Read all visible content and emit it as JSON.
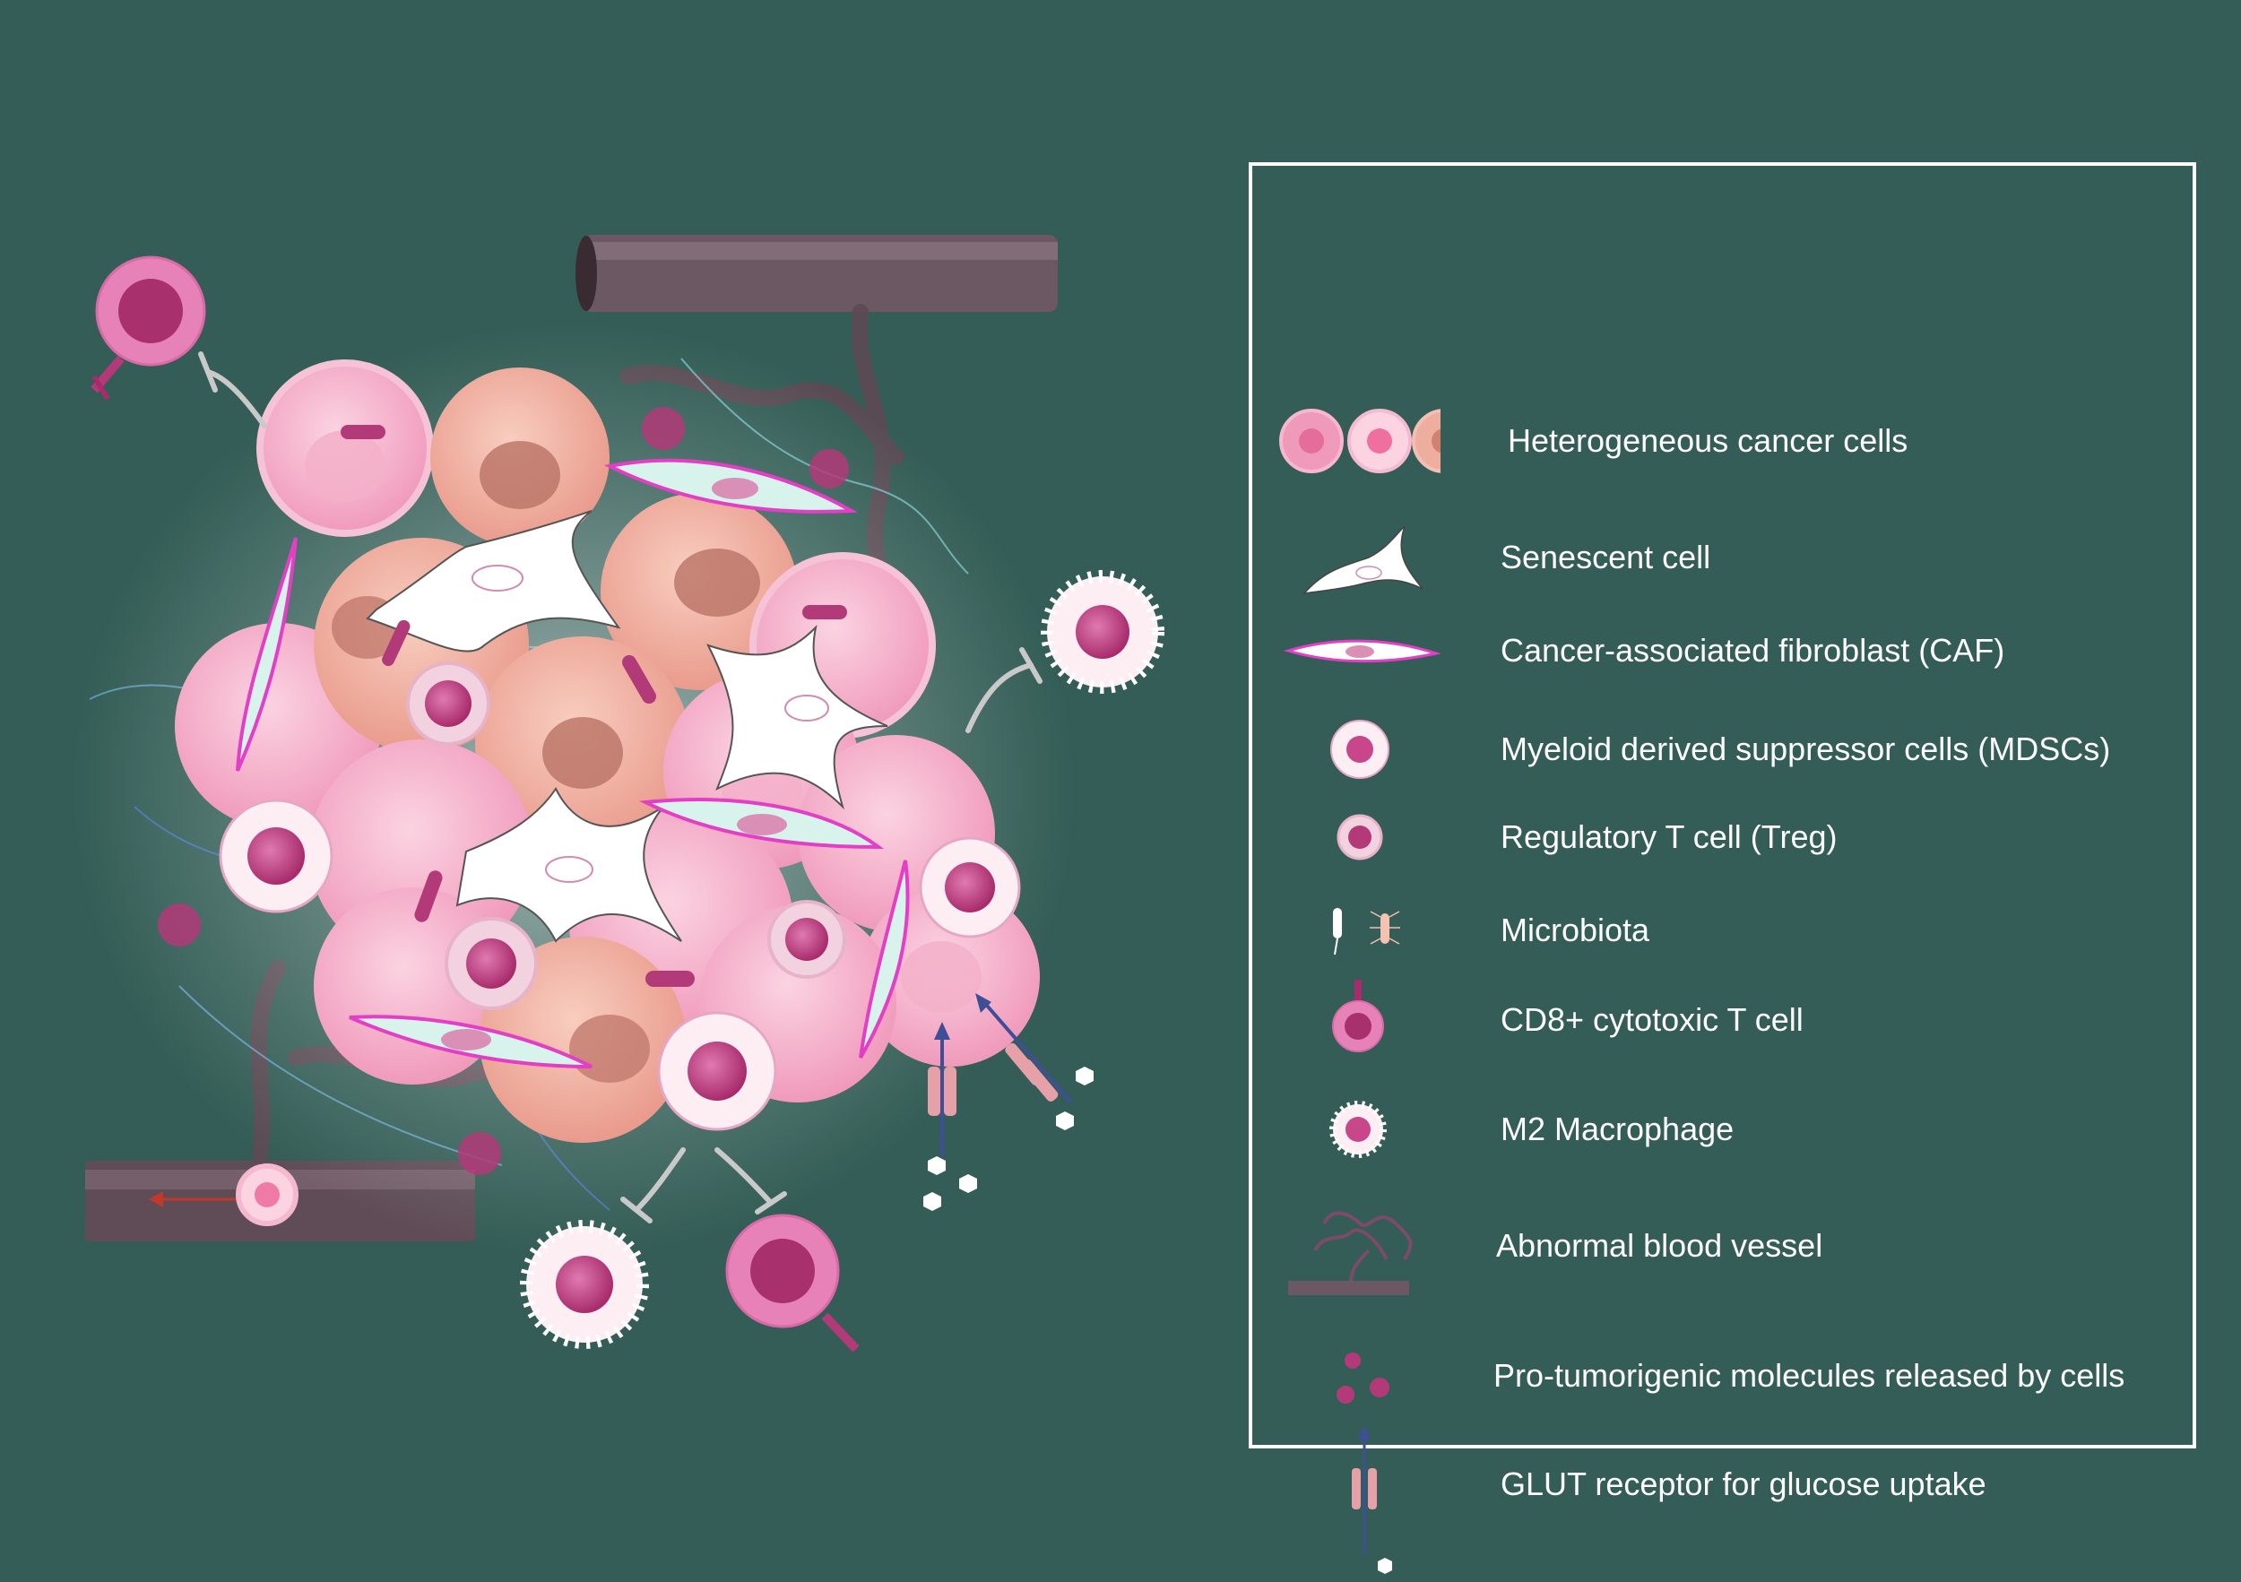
{
  "legend": {
    "items": [
      {
        "icon": "cancer-cells-icon",
        "label": "Heterogeneous cancer cells"
      },
      {
        "icon": "senescent-cell-icon",
        "label": "Senescent cell"
      },
      {
        "icon": "caf-icon",
        "label": "Cancer-associated fibroblast (CAF)"
      },
      {
        "icon": "mdsc-icon",
        "label": "Myeloid derived suppressor cells (MDSCs)"
      },
      {
        "icon": "treg-icon",
        "label": "Regulatory T cell (Treg)"
      },
      {
        "icon": "microbiota-icon",
        "label": "Microbiota"
      },
      {
        "icon": "cd8-t-cell-icon",
        "label": "CD8+ cytotoxic T cell"
      },
      {
        "icon": "m2-macrophage-icon",
        "label": "M2 Macrophage"
      },
      {
        "icon": "abnormal-blood-vessel-icon",
        "label": "Abnormal blood vessel"
      },
      {
        "icon": "pro-tumorigenic-molecules-icon",
        "label": "Pro-tumorigenic molecules released by cells"
      },
      {
        "icon": "glut-receptor-icon",
        "label": "GLUT receptor for glucose uptake"
      }
    ]
  },
  "colors": {
    "background": "#335d56",
    "cancer_pink": "#f4a9c4",
    "cancer_salmon": "#eeae9f",
    "nucleus_magenta": "#c8468a",
    "caf_fill": "#d7f3ec",
    "vessel": "#6c5862",
    "inhibit_line": "#c9c9c9",
    "arrow_blue": "#3e4f97"
  }
}
